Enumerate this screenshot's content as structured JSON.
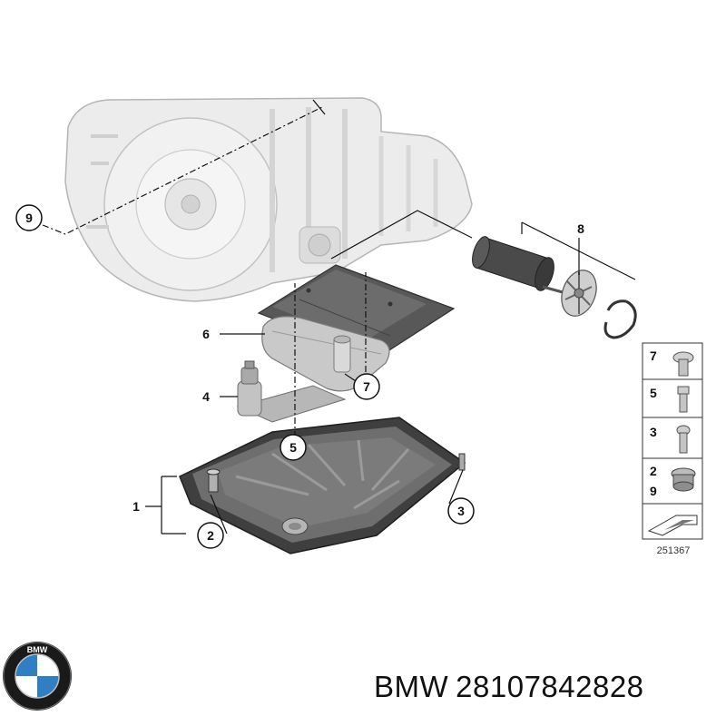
{
  "diagram": {
    "reference_number": "251367",
    "callouts": {
      "c1": "1",
      "c2": "2",
      "c3": "3",
      "c4": "4",
      "c5": "5",
      "c6": "6",
      "c7": "7",
      "c8": "8",
      "c9": "9"
    },
    "legend": {
      "row1": "7",
      "row2": "5",
      "row3": "3",
      "row4a": "2",
      "row4b": "9"
    }
  },
  "brand": {
    "name": "BMW",
    "part_number": "28107842828",
    "logo_letters": "BMW"
  },
  "colors": {
    "line": "#111111",
    "housing": "#ececec",
    "housing_stroke": "#b5b5b5",
    "pan": "#6e6e6e",
    "pan_dark": "#3f3f3f",
    "bmw_blue": "#2f7fc4"
  }
}
